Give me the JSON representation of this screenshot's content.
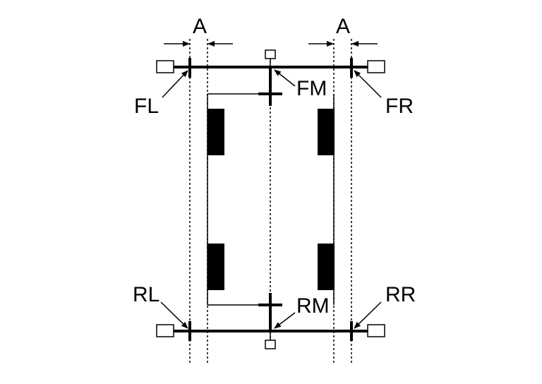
{
  "labels": {
    "dim_left": "A",
    "dim_right": "A",
    "front_left": "FL",
    "front_middle": "FM",
    "front_right": "FR",
    "rear_left": "RL",
    "rear_middle": "RM",
    "rear_right": "RR"
  },
  "colors": {
    "line": "#000000",
    "background": "#ffffff"
  }
}
